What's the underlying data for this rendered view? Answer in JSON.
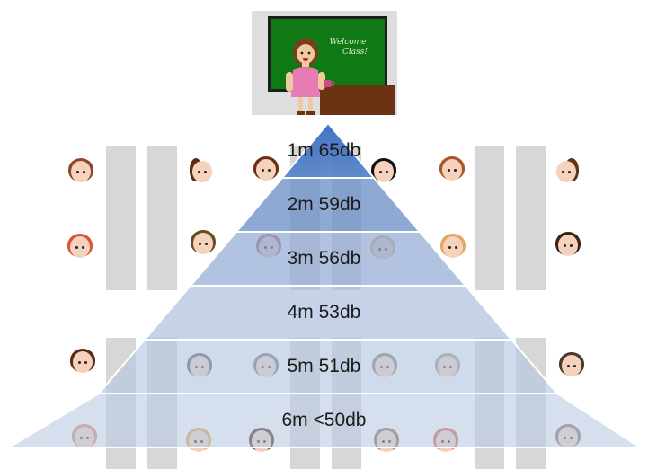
{
  "board": {
    "line1": "Welcome",
    "line2": "Class!"
  },
  "levels": [
    {
      "label": "1m 65db"
    },
    {
      "label": "2m 59db"
    },
    {
      "label": "3m 56db"
    },
    {
      "label": "4m 53db"
    },
    {
      "label": "5m 51db"
    },
    {
      "label": "6m <50db"
    }
  ],
  "colors": {
    "pyramid_top": "#4a78c2",
    "pyramid_band": "#b4c6e0",
    "board": "#0f7a14",
    "teacher_dress": "#e87ab4",
    "desk": "#d7d7d7"
  }
}
